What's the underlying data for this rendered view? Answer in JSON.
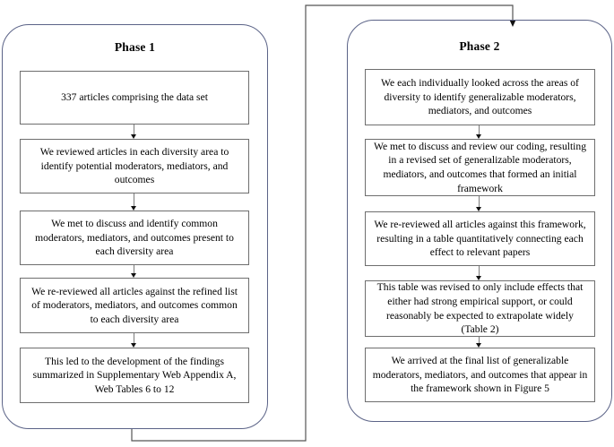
{
  "figure": {
    "title": "Two-phase review process flowchart",
    "colors": {
      "panel_border": "#5b6387",
      "box_border": "#6e6e6e",
      "connector": "#555555",
      "arrow": "#111111",
      "text": "#000000",
      "background": "#ffffff"
    }
  },
  "phases": [
    {
      "id": "phase-1",
      "title": "Phase 1",
      "steps": [
        "337 articles comprising the data set",
        "We reviewed articles in each diversity area to identify potential moderators, mediators, and outcomes",
        "We met to discuss and identify common moderators, mediators, and outcomes present to each diversity area",
        "We re-reviewed all articles against the refined list of moderators, mediators, and outcomes common to each diversity area",
        "This led to the development of the findings summarized in Supplementary Web Appendix A, Web Tables 6 to 12"
      ]
    },
    {
      "id": "phase-2",
      "title": "Phase 2",
      "steps": [
        "We each individually looked across the areas of diversity to identify generalizable moderators, mediators, and outcomes",
        "We met to discuss and review our coding, resulting in a revised set of generalizable moderators, mediators, and outcomes that formed an initial framework",
        "We re-reviewed all articles against this framework, resulting in a table quantitatively connecting each effect to relevant papers",
        "This table was revised to only include effects that either had strong empirical support, or could reasonably be expected to extrapolate widely (Table 2)",
        "We arrived at the final list of generalizable moderators, mediators, and outcomes that appear in the framework shown in Figure 5"
      ]
    }
  ],
  "connectors": {
    "phase1_to_phase2": {
      "from": "phase-1-panel-bottom",
      "to": "phase-2-panel-top",
      "has_arrowhead": true
    }
  }
}
